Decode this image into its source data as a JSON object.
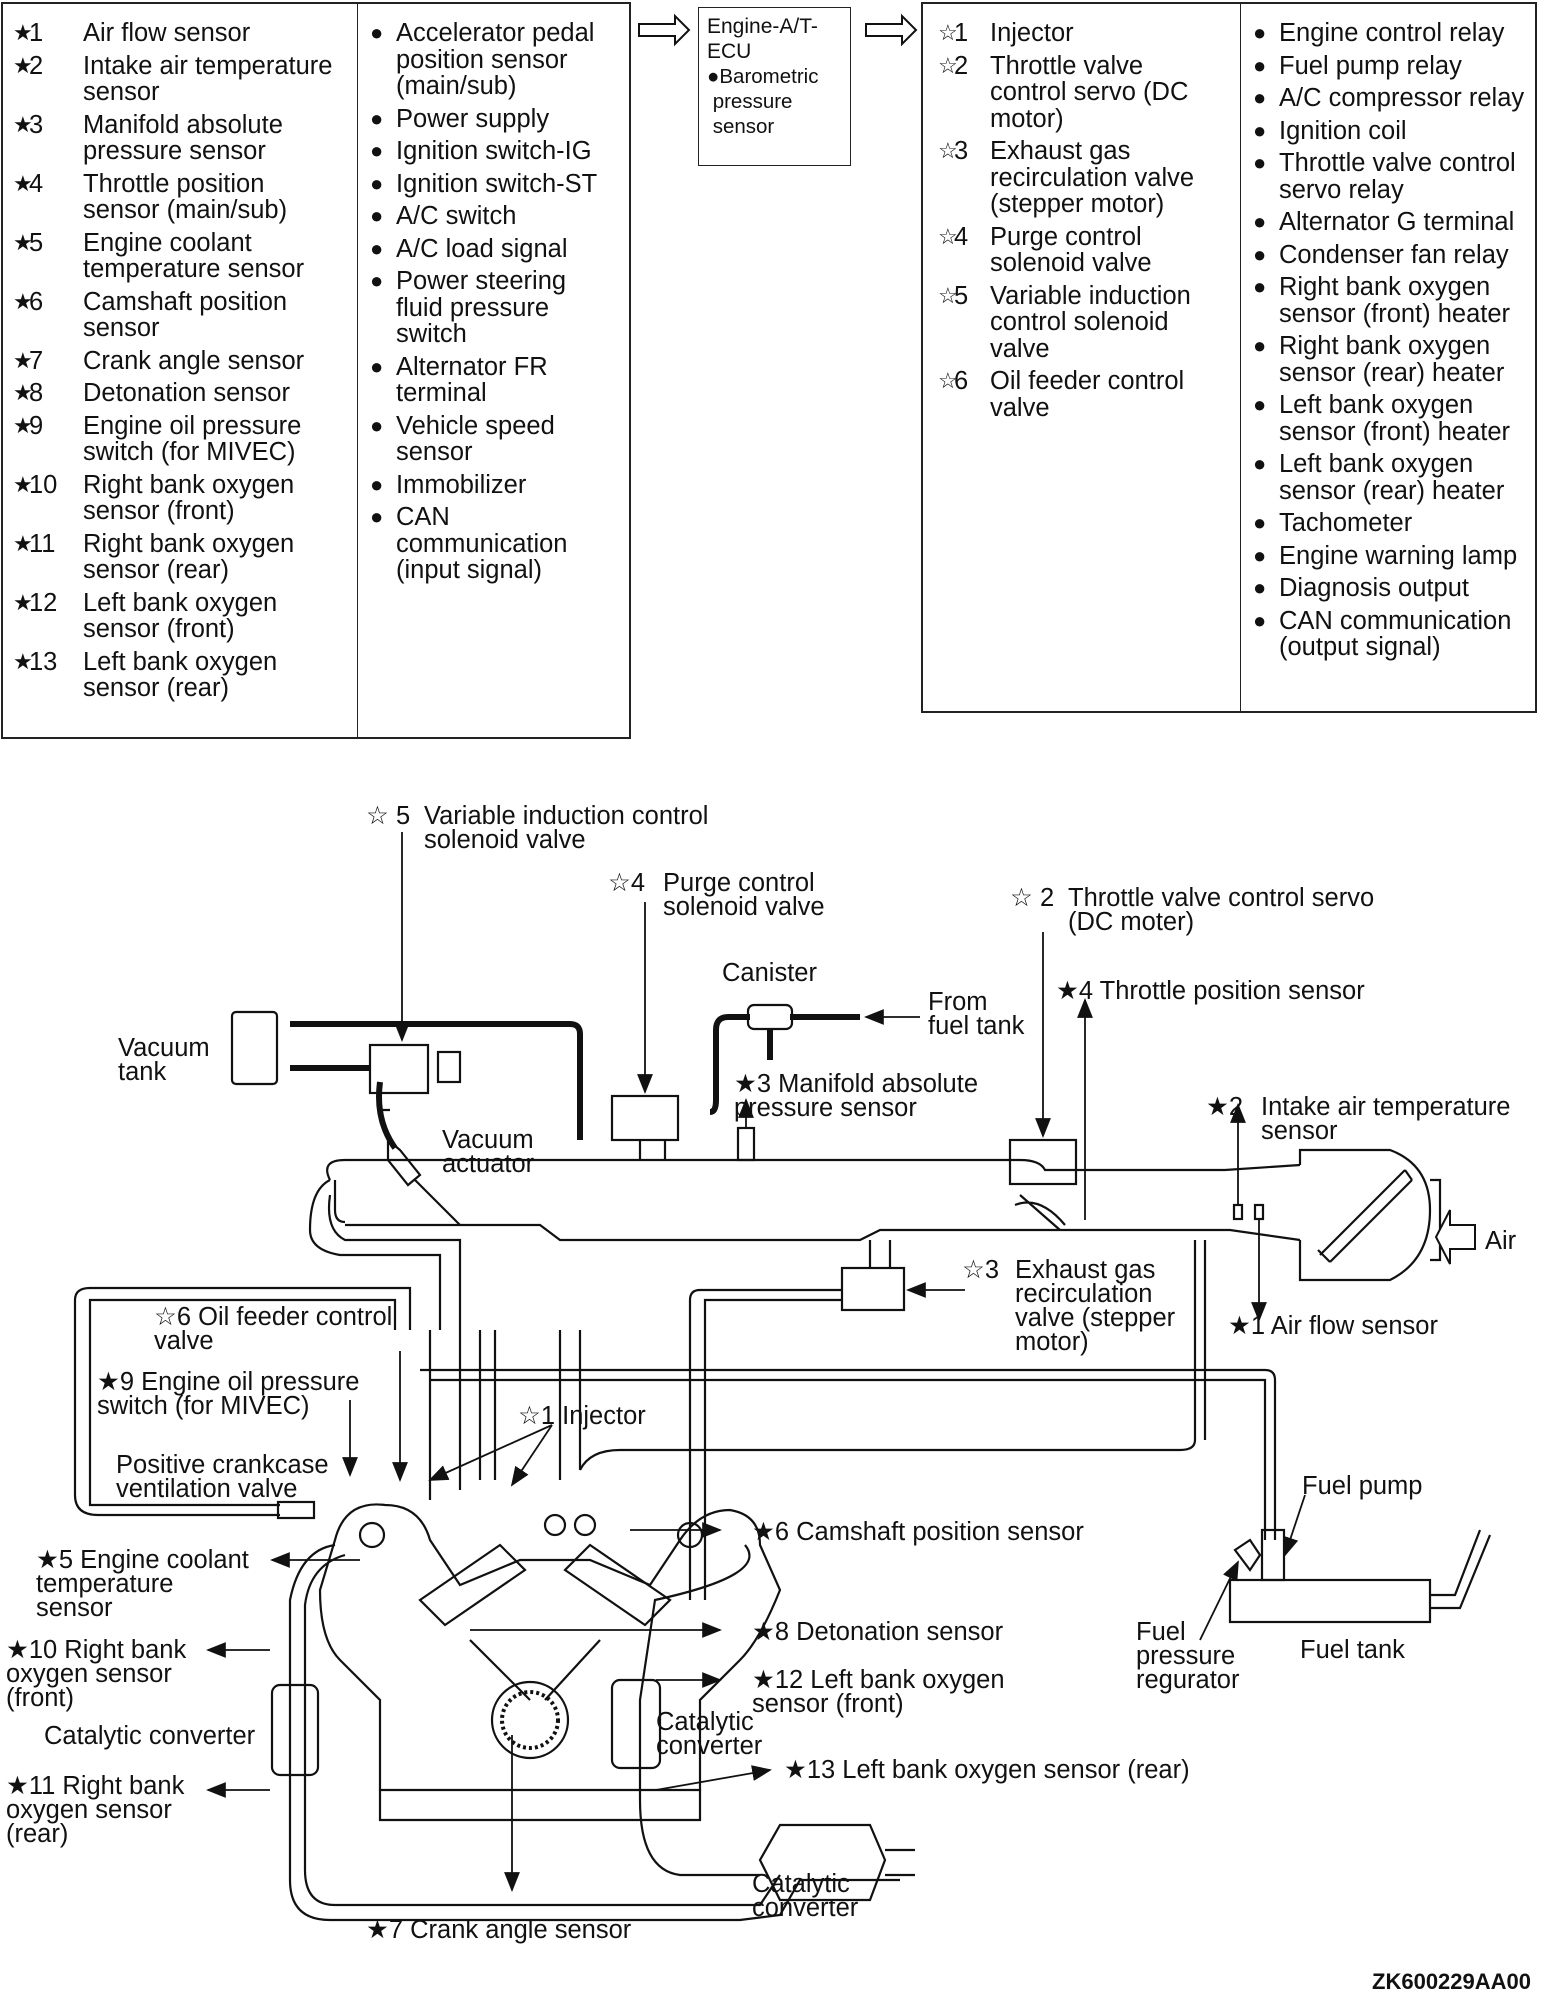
{
  "inputs_sensors": [
    {
      "sym": "★",
      "num": "1",
      "lines": [
        "Air flow sensor"
      ]
    },
    {
      "sym": "★",
      "num": "2",
      "lines": [
        "Intake air temperature",
        "sensor"
      ]
    },
    {
      "sym": "★",
      "num": "3",
      "lines": [
        "Manifold absolute",
        "pressure sensor"
      ]
    },
    {
      "sym": "★",
      "num": "4",
      "lines": [
        "Throttle position",
        "sensor (main/sub)"
      ]
    },
    {
      "sym": "★",
      "num": "5",
      "lines": [
        "Engine coolant",
        "temperature sensor"
      ]
    },
    {
      "sym": "★",
      "num": "6",
      "lines": [
        "Camshaft position",
        "sensor"
      ]
    },
    {
      "sym": "★",
      "num": "7",
      "lines": [
        "Crank angle sensor"
      ]
    },
    {
      "sym": "★",
      "num": "8",
      "lines": [
        "Detonation sensor"
      ]
    },
    {
      "sym": "★",
      "num": "9",
      "lines": [
        "Engine oil pressure",
        "switch (for MIVEC)"
      ]
    },
    {
      "sym": "★",
      "num": "10",
      "lines": [
        "Right bank oxygen",
        "sensor (front)"
      ]
    },
    {
      "sym": "★",
      "num": "11",
      "lines": [
        "Right bank oxygen",
        "sensor (rear)"
      ]
    },
    {
      "sym": "★",
      "num": "12",
      "lines": [
        "Left bank oxygen",
        "sensor (front)"
      ]
    },
    {
      "sym": "★",
      "num": "13",
      "lines": [
        "Left bank oxygen",
        "sensor (rear)"
      ]
    }
  ],
  "inputs_signals": [
    [
      "Accelerator pedal",
      "position sensor",
      "(main/sub)"
    ],
    [
      "Power supply"
    ],
    [
      "Ignition switch-IG"
    ],
    [
      "Ignition switch-ST"
    ],
    [
      "A/C switch"
    ],
    [
      "A/C load signal"
    ],
    [
      "Power steering",
      "fluid pressure",
      "switch"
    ],
    [
      "Alternator FR",
      "terminal"
    ],
    [
      "Vehicle speed",
      "sensor"
    ],
    [
      "Immobilizer"
    ],
    [
      "CAN",
      "communication",
      "(input signal)"
    ]
  ],
  "ecu": {
    "title": "Engine-A/T-\nECU",
    "sub": "●Barometric\n pressure\n sensor"
  },
  "outputs_actuators": [
    {
      "sym": "☆",
      "num": "1",
      "lines": [
        "Injector"
      ]
    },
    {
      "sym": "☆",
      "num": "2",
      "lines": [
        "Throttle valve",
        "control servo (DC",
        "motor)"
      ]
    },
    {
      "sym": "☆",
      "num": "3",
      "lines": [
        "Exhaust gas",
        "recirculation valve",
        "(stepper motor)"
      ]
    },
    {
      "sym": "☆",
      "num": "4",
      "lines": [
        "Purge control",
        "solenoid valve"
      ]
    },
    {
      "sym": "☆",
      "num": "5",
      "lines": [
        "Variable induction",
        "control solenoid",
        "valve"
      ]
    },
    {
      "sym": "☆",
      "num": "6",
      "lines": [
        "Oil feeder control",
        "valve"
      ]
    }
  ],
  "outputs_signals": [
    [
      "Engine control relay"
    ],
    [
      "Fuel pump relay"
    ],
    [
      "A/C compressor relay"
    ],
    [
      "Ignition coil"
    ],
    [
      "Throttle valve control",
      "servo relay"
    ],
    [
      "Alternator G terminal"
    ],
    [
      "Condenser fan relay"
    ],
    [
      "Right bank oxygen",
      "sensor (front) heater"
    ],
    [
      "Right bank oxygen",
      "sensor (rear) heater"
    ],
    [
      "Left bank oxygen",
      "sensor (front) heater"
    ],
    [
      "Left bank oxygen",
      "sensor (rear) heater"
    ],
    [
      "Tachometer"
    ],
    [
      "Engine warning lamp"
    ],
    [
      "Diagnosis output"
    ],
    [
      "CAN communication",
      "(output signal)"
    ]
  ],
  "labels": {
    "vic_sym": "☆ 5",
    "vic": [
      "Variable induction control",
      "solenoid valve"
    ],
    "purge_sym": "☆4",
    "purge": [
      "Purge control",
      "solenoid valve"
    ],
    "tvcs_sym": "☆ 2",
    "tvcs": [
      "Throttle valve control servo",
      "(DC moter)"
    ],
    "canister": "Canister",
    "from_tank": [
      "From",
      "fuel tank"
    ],
    "tps": "★4  Throttle position sensor",
    "vacuum_tank": [
      "Vacuum",
      "tank"
    ],
    "map": [
      "★3  Manifold absolute",
      "pressure sensor"
    ],
    "iat_sym": "★2",
    "iat": [
      "Intake air temperature",
      "sensor"
    ],
    "vacuum_actuator": [
      "Vacuum",
      "actuator"
    ],
    "air": "Air",
    "egr_sym": "☆3",
    "egr": [
      "Exhaust gas",
      "recirculation",
      "valve (stepper",
      "motor)"
    ],
    "afs": "★1  Air flow sensor",
    "ofcv": [
      "☆6  Oil feeder control",
      "valve"
    ],
    "oilsw": [
      "★9  Engine oil pressure",
      "switch (for MIVEC)"
    ],
    "injector": "☆1 Injector",
    "pcv": [
      "Positive crankcase",
      "ventilation valve"
    ],
    "fuel_pump": "Fuel pump",
    "cmp": "★6  Camshaft position sensor",
    "ect": [
      "★5  Engine coolant",
      "temperature",
      "sensor"
    ],
    "knock": "★8  Detonation sensor",
    "fpr": [
      "Fuel",
      "pressure",
      "regurator"
    ],
    "fuel_tank": "Fuel tank",
    "ro2f": [
      "★10 Right bank",
      "oxygen sensor",
      "(front)"
    ],
    "lo2f": [
      "★12  Left bank oxygen",
      "sensor (front)"
    ],
    "cat_r": "Catalytic converter",
    "cat_l": [
      "Catalytic",
      "converter"
    ],
    "ro2r": [
      "★11 Right bank",
      "oxygen sensor",
      "(rear)"
    ],
    "lo2r": "★13  Left bank oxygen sensor (rear)",
    "cat_main": [
      "Catalytic",
      "converter"
    ],
    "cas": "★7  Crank angle sensor"
  },
  "figure_code": "ZK600229AA00"
}
